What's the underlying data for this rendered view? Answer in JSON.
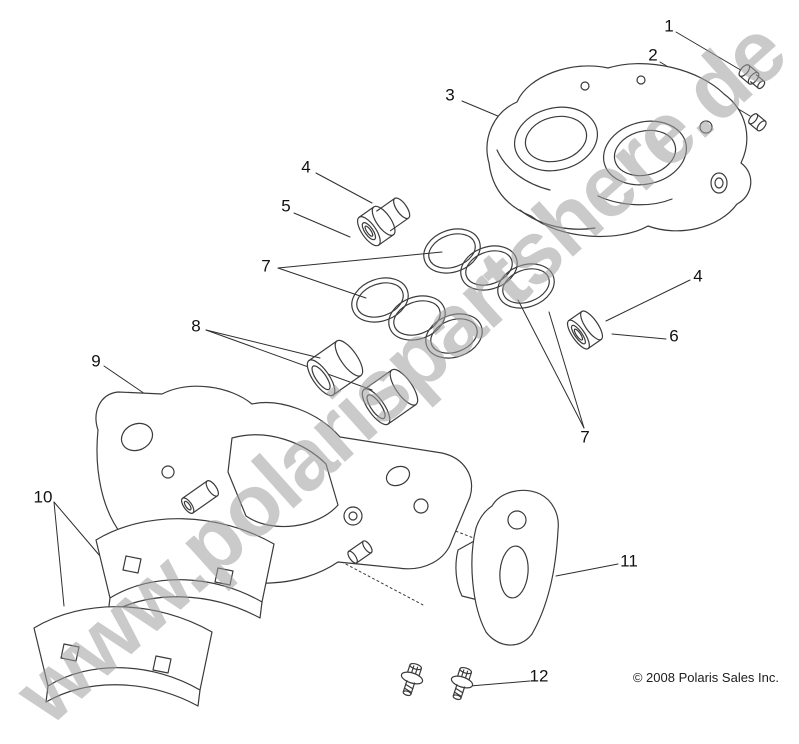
{
  "page": {
    "watermark": "www.polarispartshere.de",
    "copyright": "© 2008 Polaris Sales Inc."
  },
  "callouts": [
    {
      "label": "1"
    },
    {
      "label": "2"
    },
    {
      "label": "3"
    },
    {
      "label": "4"
    },
    {
      "label": "5"
    },
    {
      "label": "7"
    },
    {
      "label": "8"
    },
    {
      "label": "9"
    },
    {
      "label": "4"
    },
    {
      "label": "6"
    },
    {
      "label": "7"
    },
    {
      "label": "10"
    },
    {
      "label": "11"
    },
    {
      "label": "12"
    }
  ]
}
